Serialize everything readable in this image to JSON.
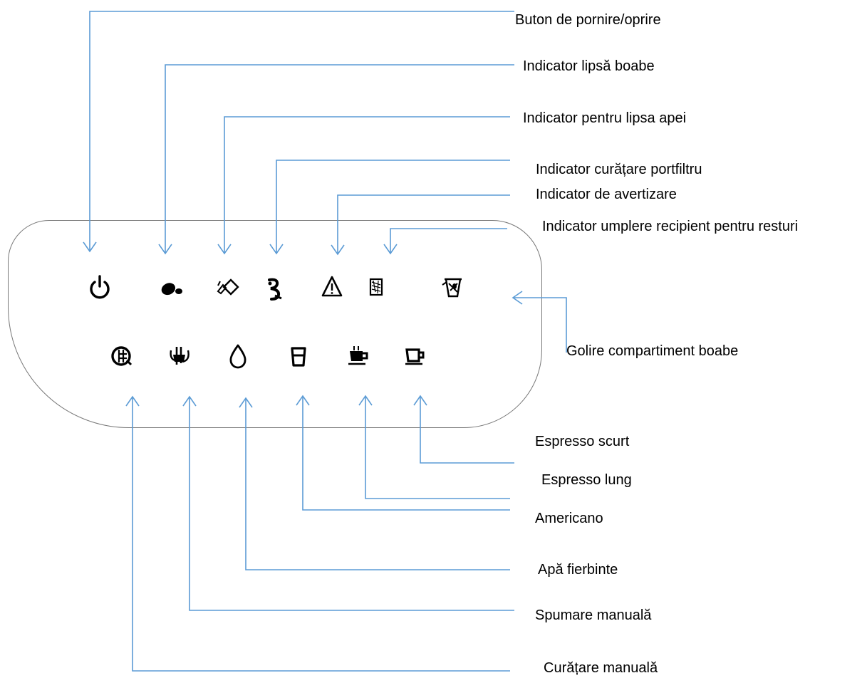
{
  "colors": {
    "leader_line": "#5b9bd5",
    "panel_outline": "#777777",
    "icon": "#000000",
    "text": "#000000"
  },
  "labels": {
    "power_button": "Buton de pornire/oprire",
    "no_beans": "Indicator lipsă boabe",
    "no_water": "Indicator pentru lipsa apei",
    "portafilter_cleaning": "Indicator curățare portfiltru",
    "warning": "Indicator de avertizare",
    "waste_container_full": "Indicator umplere recipient pentru resturi",
    "empty_bean_compartment": "Golire compartiment boabe",
    "short_espresso": "Espresso scurt",
    "long_espresso": "Espresso lung",
    "americano": "Americano",
    "hot_water": "Apă fierbinte",
    "manual_frothing": "Spumare manuală",
    "manual_cleaning": "Curățare manuală"
  },
  "icons": {
    "top_row": [
      "power-icon",
      "beans-icon",
      "water-tank-icon",
      "portafilter-icon",
      "warning-icon",
      "waste-container-icon",
      "empty-beans-icon"
    ],
    "bottom_row": [
      "cleaning-icon",
      "frothing-icon",
      "water-drop-icon",
      "tall-glass-icon",
      "long-cup-icon",
      "short-cup-icon"
    ]
  }
}
